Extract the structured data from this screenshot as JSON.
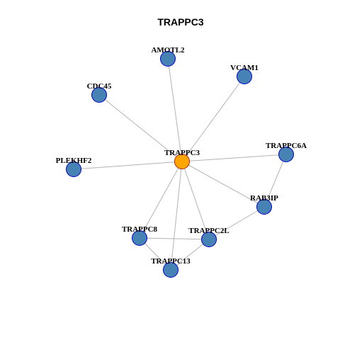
{
  "title": "TRAPPC3",
  "colors": {
    "focus_fill": "#ffa500",
    "node_fill": "#4682b4",
    "focus_stroke": "#b22222",
    "node_stroke": "#0000cd",
    "edge": "#b3b3b3",
    "label": "#000000"
  },
  "graph": {
    "focus_node": "TRAPPC3",
    "nodes": [
      "TRAPPC3",
      "AMOTL2",
      "VCAM1",
      "CDC45",
      "TRAPPC6A",
      "PLEKHF2",
      "RAB3IP",
      "TRAPPC8",
      "TRAPPC2L",
      "TRAPPC13"
    ],
    "edges": [
      [
        "TRAPPC3",
        "AMOTL2"
      ],
      [
        "TRAPPC3",
        "VCAM1"
      ],
      [
        "TRAPPC3",
        "CDC45"
      ],
      [
        "TRAPPC3",
        "TRAPPC6A"
      ],
      [
        "TRAPPC3",
        "PLEKHF2"
      ],
      [
        "TRAPPC3",
        "RAB3IP"
      ],
      [
        "TRAPPC3",
        "TRAPPC8"
      ],
      [
        "TRAPPC3",
        "TRAPPC2L"
      ],
      [
        "TRAPPC3",
        "TRAPPC13"
      ],
      [
        "TRAPPC6A",
        "RAB3IP"
      ],
      [
        "RAB3IP",
        "TRAPPC2L"
      ],
      [
        "TRAPPC8",
        "TRAPPC2L"
      ],
      [
        "TRAPPC8",
        "TRAPPC13"
      ],
      [
        "TRAPPC2L",
        "TRAPPC13"
      ]
    ]
  }
}
